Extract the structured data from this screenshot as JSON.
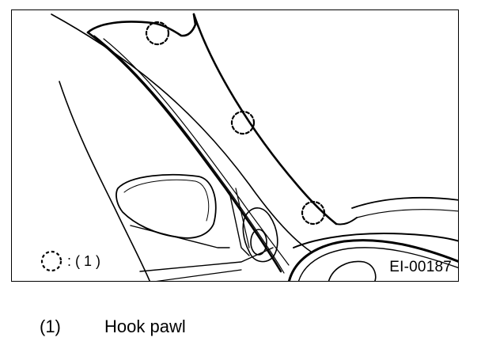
{
  "figure": {
    "code": "EI-00187",
    "legend_key_text": ": ( 1 )",
    "legend_key_icon": "dashed-circle-icon"
  },
  "caption": {
    "items": [
      {
        "number": "(1)",
        "text": "Hook pawl"
      }
    ]
  }
}
